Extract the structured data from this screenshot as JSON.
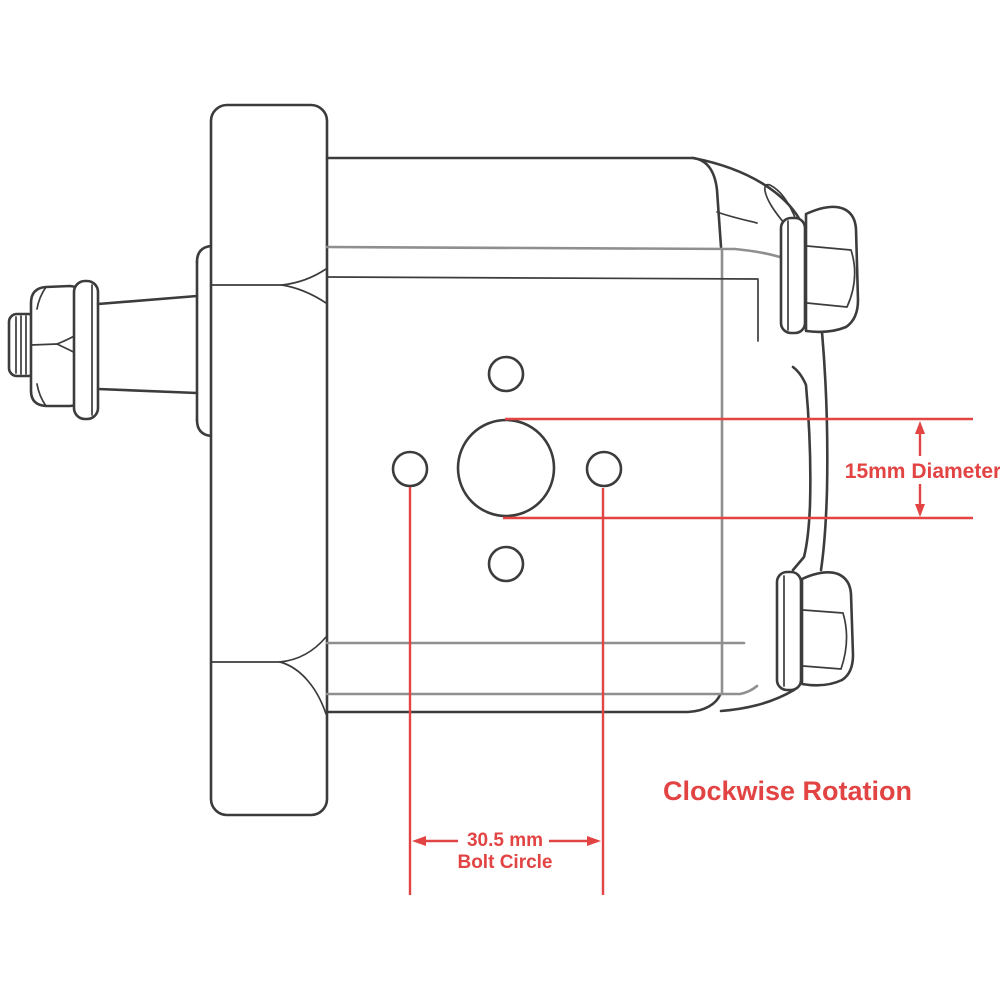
{
  "page": {
    "background_color": "#ffffff",
    "description": "Black-and-white technical side-view line drawing of a hydraulic gear pump with red dimension callouts"
  },
  "colors": {
    "annotation_red": "#e24343",
    "line_dark": "#3c3c3c",
    "line_gray": "#8f8f8f",
    "background": "#ffffff"
  },
  "annotations": {
    "diameter_label": "15mm Diameter",
    "bolt_circle_value": "30.5 mm",
    "bolt_circle_caption": "Bolt Circle",
    "rotation_label": "Clockwise Rotation"
  }
}
